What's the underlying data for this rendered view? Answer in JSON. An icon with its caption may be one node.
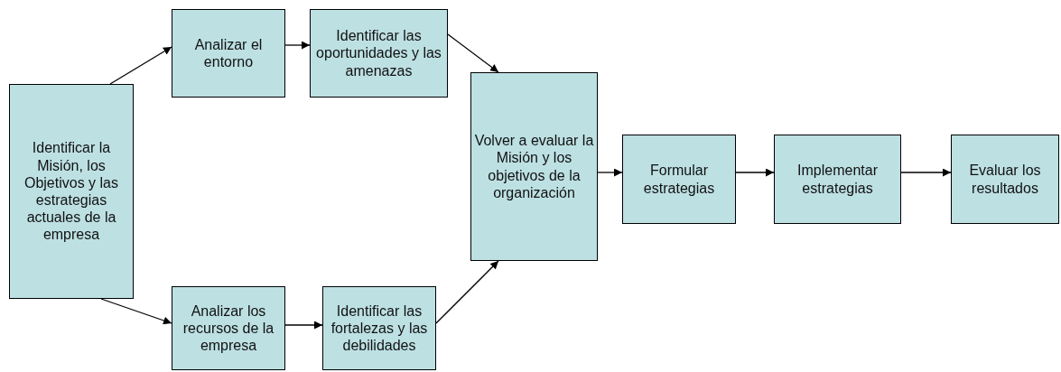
{
  "diagram": {
    "nodes": [
      {
        "text": [
          "Identificar la Misión, los Objetivos y las estrategias actuales de la empresa"
        ]
      },
      {
        "text": [
          "Analizar el entorno"
        ]
      },
      {
        "text": [
          "Identificar las oportunidades y las amenazas"
        ]
      },
      {
        "text": [
          "Analizar los recursos de la empresa"
        ]
      },
      {
        "text": [
          "Identificar las fortalezas y las debilidades"
        ]
      },
      {
        "text": [
          "Volver a evaluar la Misión y los objetivos de la organización"
        ]
      },
      {
        "text": [
          "Formular estrategias"
        ]
      },
      {
        "text": [
          "Implementar estrategias"
        ]
      },
      {
        "text": [
          "Evaluar los resultados"
        ]
      }
    ],
    "edges": [
      {
        "from": 0,
        "to": 1,
        "arrow": "to"
      },
      {
        "from": 0,
        "to": 3,
        "arrow": "to"
      },
      {
        "from": 1,
        "to": 2,
        "arrow": "to"
      },
      {
        "from": 3,
        "to": 4,
        "arrow": "to"
      },
      {
        "from": 2,
        "to": 5,
        "arrow": "to"
      },
      {
        "from": 4,
        "to": 5,
        "arrow": "to"
      },
      {
        "from": 5,
        "to": 6,
        "arrow": "to"
      },
      {
        "from": 6,
        "to": 7,
        "arrow": "to"
      },
      {
        "from": 7,
        "to": 8,
        "arrow": "to"
      }
    ]
  }
}
